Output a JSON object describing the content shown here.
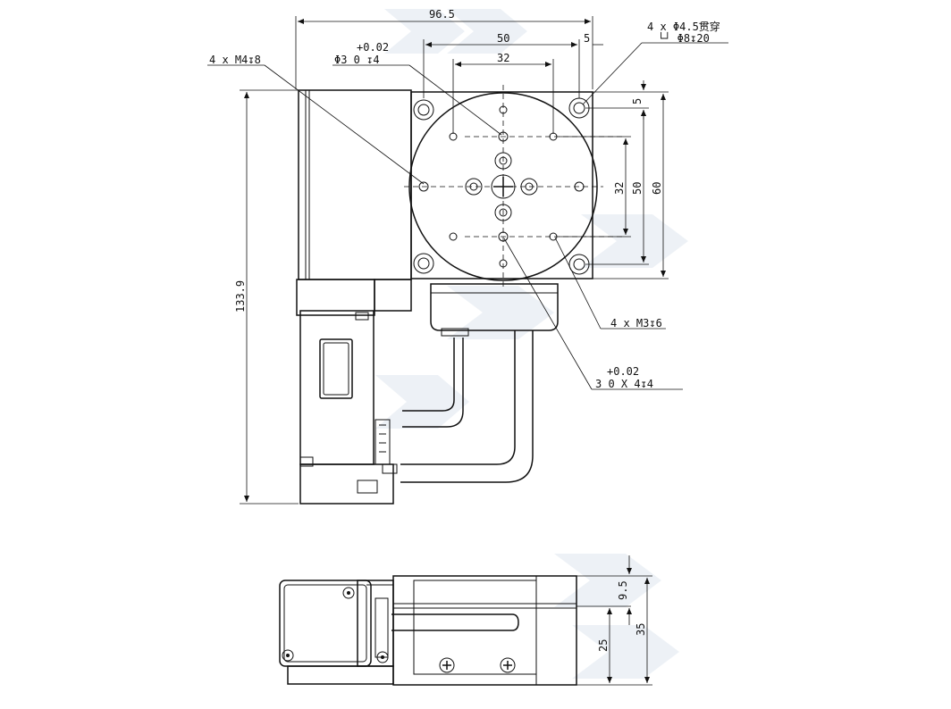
{
  "labels": {
    "overall_width": "96.5",
    "hole_span_50": "50",
    "edge_offset_5": "5",
    "inner_span_32": "32",
    "through_holes": "4 x Φ4.5贯穿",
    "counterbore": "└┘ Φ8↧20",
    "m4_holes": "4 x M4↧8",
    "pin_tol_top": "+0.02",
    "pin_hole_top": "Φ3  0  ↧4",
    "overall_height": "133.9",
    "right_5": "5",
    "right_32": "32",
    "right_50": "50",
    "right_60": "60",
    "m3_holes": "4 x M3↧6",
    "pin_tol_bottom": "+0.02",
    "pin_hole_bottom": "3  0   X 4↧4",
    "side_9_5": "9.5",
    "side_25": "25",
    "side_35": "35"
  }
}
